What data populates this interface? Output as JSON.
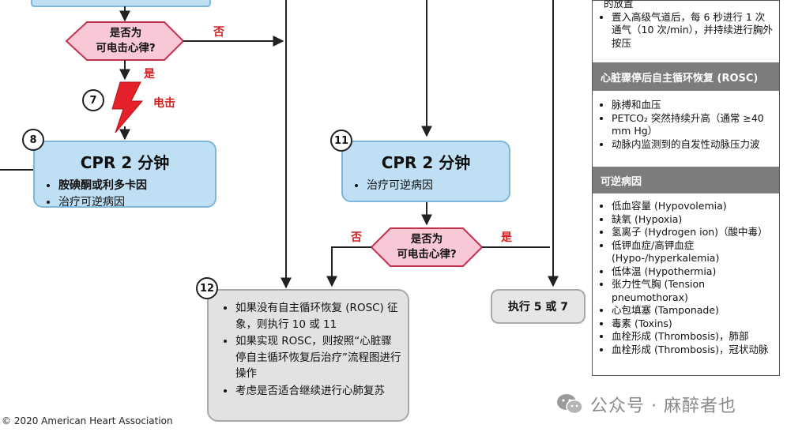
{
  "decision_top": {
    "line1": "是否为",
    "line2": "可电击心律?",
    "no_label": "否",
    "yes_label": "是"
  },
  "step7": {
    "number": "7",
    "shock_label": "电击"
  },
  "step8": {
    "number": "8",
    "title": "CPR 2 分钟",
    "items": [
      "胺碘酮或利多卡因",
      "治疗可逆病因"
    ]
  },
  "step11": {
    "number": "11",
    "title": "CPR 2 分钟",
    "items": [
      "治疗可逆病因"
    ]
  },
  "decision_mid": {
    "line1": "是否为",
    "line2": "可电击心律?",
    "no_label": "否",
    "yes_label": "是"
  },
  "step12": {
    "number": "12",
    "items": [
      "如果没有自主循环恢复 (ROSC) 征象，则执行 10 或 11",
      "如果实现 ROSC，则按照“心脏骤停自主循环恢复后治疗”流程图进行操作",
      "考虑是否适合继续进行心肺复苏"
    ]
  },
  "exec_box": {
    "label": "执行 5 或 7"
  },
  "panel": {
    "top_items": [
      "的放置",
      "置入高级气道后，每 6 秒进行 1 次通气（10 次/min），并持续进行胸外按压"
    ],
    "rosc_header": "心脏骤停后自主循环恢复 (ROSC)",
    "rosc_items": [
      "脉搏和血压",
      "PETCO₂ 突然持续升高（通常 ≥40 mm Hg）",
      "动脉内监测到的自发性动脉压力波"
    ],
    "rev_header": "可逆病因",
    "rev_items": [
      "低血容量 (Hypovolemia)",
      "缺氧 (Hypoxia)",
      "氢离子 (Hydrogen ion)（酸中毒）",
      "低钾血症/高钾血症 (Hypo-/hyperkalemia)",
      "低体温 (Hypothermia)",
      "张力性气胸 (Tension pneumothorax)",
      "心包填塞 (Tamponade)",
      "毒素 (Toxins)",
      "血栓形成 (Thrombosis)，肺部",
      "血栓形成 (Thrombosis)，冠状动脉"
    ]
  },
  "copyright": "© 2020 American Heart Association",
  "watermark": "公众号 · 麻醉者也",
  "colors": {
    "cpr_fill": "#bfe0f4",
    "diamond_fill": "#f8c8d6",
    "shock": "#e4202a",
    "label_red": "#d42020"
  }
}
